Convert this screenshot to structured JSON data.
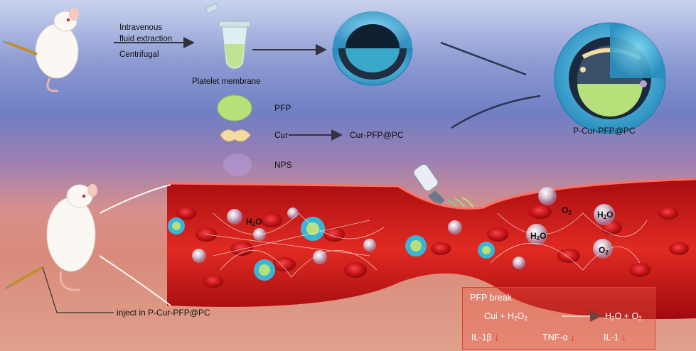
{
  "top": {
    "step1_line1": "Intravenous",
    "step1_line2": "fluid extraction",
    "step1_line3": "Centrifugal",
    "platelet": "Platelet membrane"
  },
  "legend": {
    "pfp": "PFP",
    "cur": "Cur",
    "nps": "NPS",
    "cur_product": "Cur-PFP@PC"
  },
  "final_product": "P-Cur-PFP@PC",
  "inject_label": "inject in P-Cur-PFP@PC",
  "vessel_labels": {
    "o2_a": "O",
    "o2_a_sub": "2",
    "h2o_a": "H",
    "h2o_a_sub": "2",
    "h2o_a_tail": "O",
    "h2o_b": "H",
    "h2o_b_sub": "2",
    "h2o_b_tail": "O",
    "h2o_c": "H",
    "h2o_c_sub": "2",
    "h2o_c_tail": "O",
    "o2_b": "O",
    "o2_b_sub": "2"
  },
  "reaction_box": {
    "title": "PFP   break",
    "eq_left": "Cui + H",
    "eq_left_sub": "2",
    "eq_left_o": "O",
    "eq_left_o_sub": "2",
    "eq_right": "H",
    "eq_right_sub": "2",
    "eq_right_tail": "O + O",
    "eq_right_o_sub": "2",
    "marker1": "IL-1β",
    "marker2": "TNF-α",
    "marker3": "IL-1",
    "down": "↓"
  },
  "colors": {
    "pfp": "#b6e07a",
    "cur": "#f4dca0",
    "nps": "#b89fd8",
    "vessel": "#c8141a",
    "rbc": "#d81a1e",
    "shell": "#3bb4d8",
    "arrow": "#333340"
  }
}
